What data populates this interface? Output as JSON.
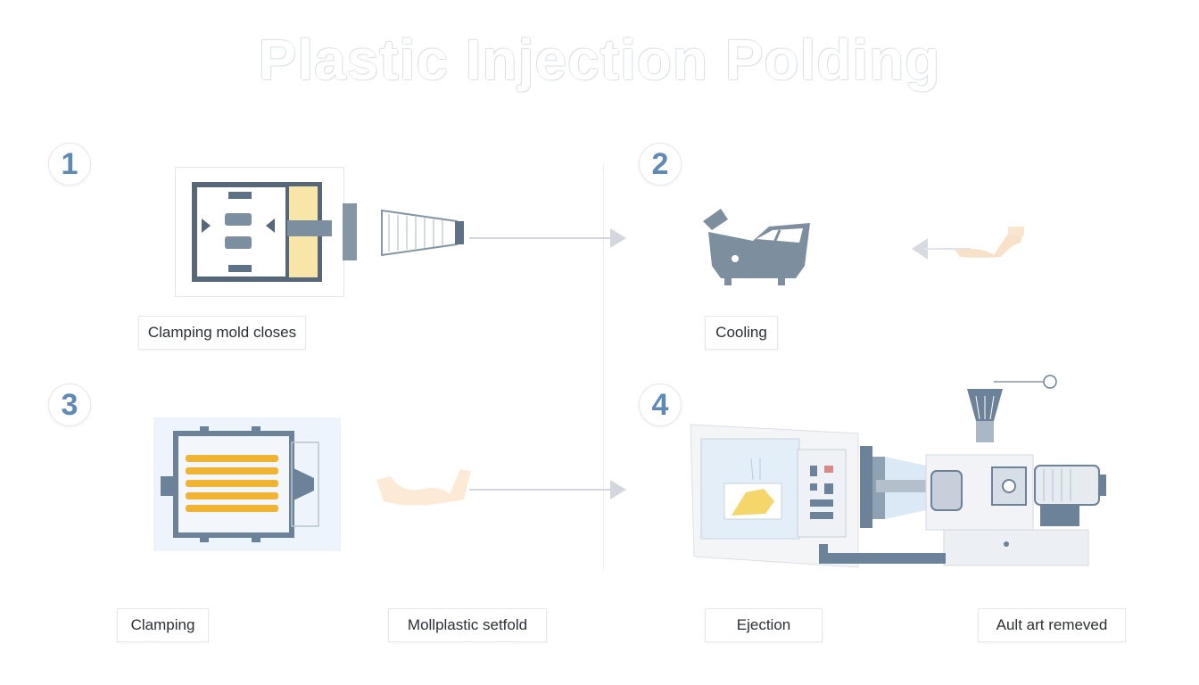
{
  "title": "Plastic Injection Polding",
  "steps": [
    {
      "number": "1",
      "label": "Clamping mold closes"
    },
    {
      "number": "2",
      "label": "Cooling"
    },
    {
      "number": "3",
      "label": "Clamping",
      "label2": "Mollplastic setfold"
    },
    {
      "number": "4",
      "label": "Ejection",
      "label2": "Ault art remeved"
    }
  ],
  "colors": {
    "accent_blue": "#5f8ab8",
    "machine_gray": "#8497a6",
    "mold_yellow": "#f0b432",
    "arrow_gray": "#c9ced6",
    "plastic_peach": "#f7d8b8"
  },
  "icons": [
    "mold-icon",
    "nozzle-icon",
    "arrow-right-icon",
    "mold-half-icon",
    "arrow-left-icon",
    "plastic-part-icon",
    "heated-mold-icon",
    "injection-machine-icon"
  ]
}
